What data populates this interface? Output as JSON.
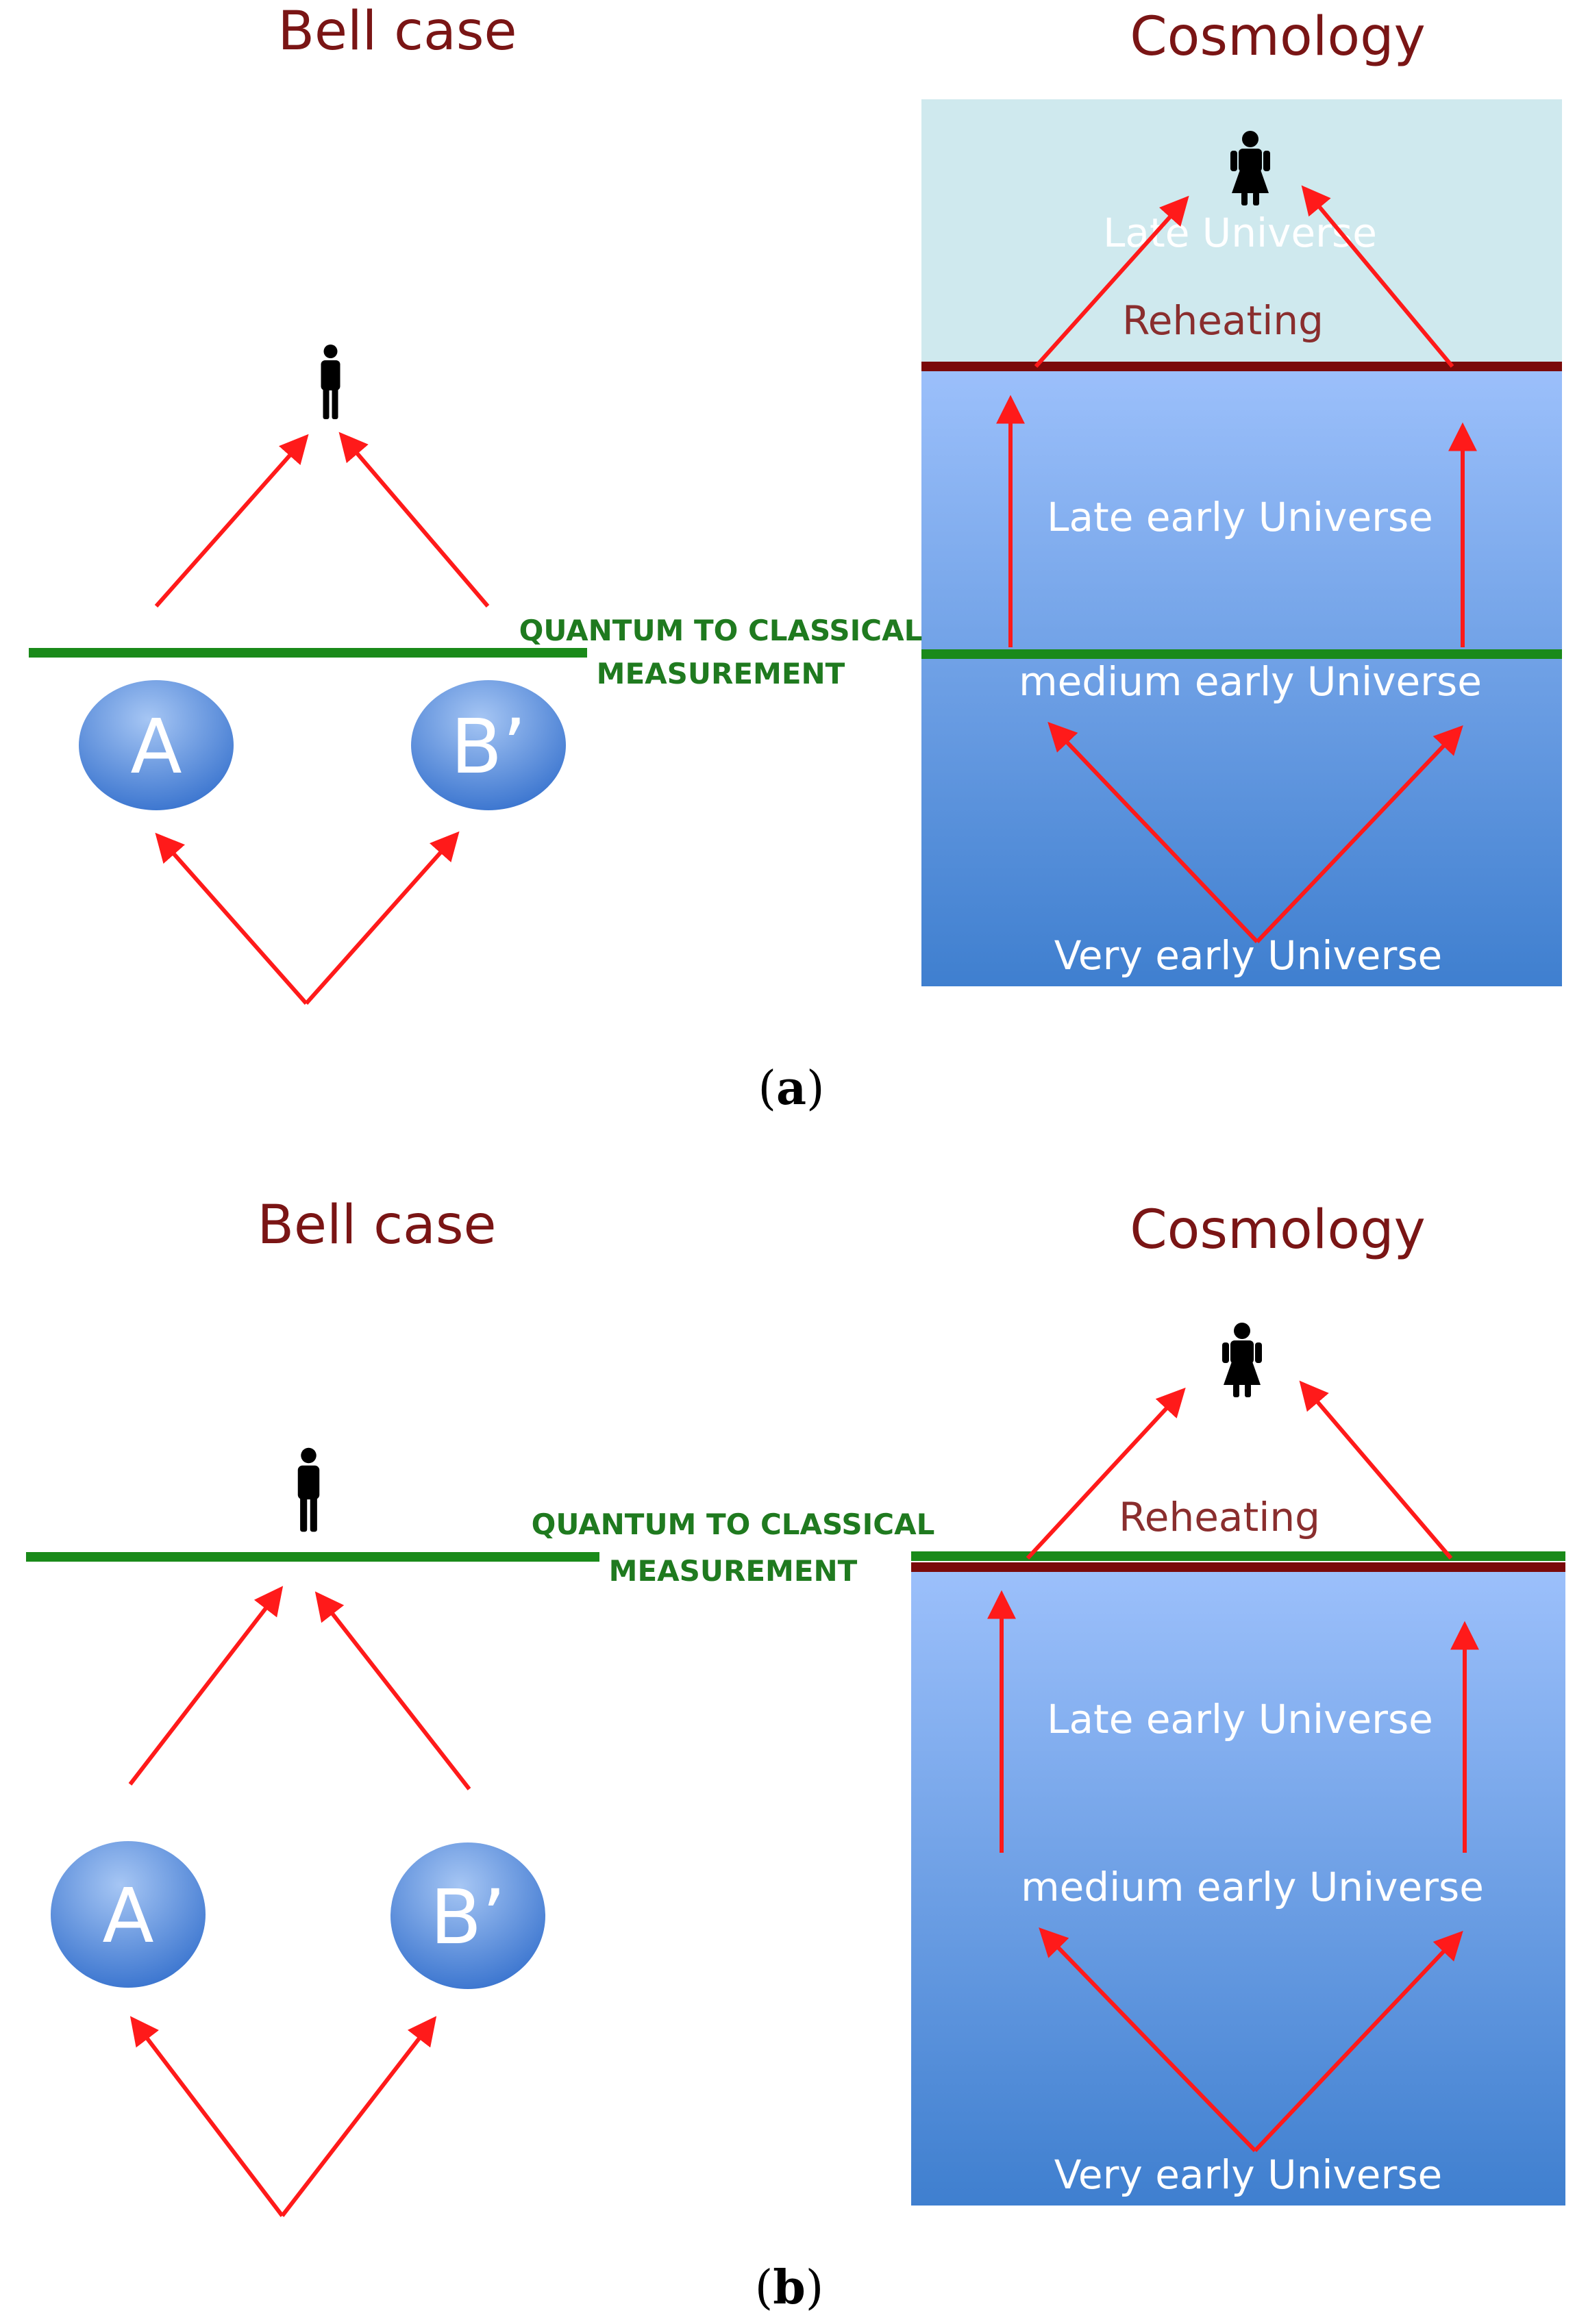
{
  "panel_a": {
    "bell_title": "Bell  case",
    "cosmo_title": "Cosmology",
    "qc_line1": "QUANTUM TO CLASSICAL",
    "qc_line2": "MEASUREMENT",
    "node_a": "A",
    "node_b": "B’",
    "late_universe": "Late Universe",
    "reheating": "Reheating",
    "late_early": "Late early Universe",
    "medium_early": "medium  early Universe",
    "very_early": "Very early Universe",
    "caption_open": "(",
    "caption_letter": "a",
    "caption_close": ")"
  },
  "panel_b": {
    "bell_title": "Bell  case",
    "cosmo_title": "Cosmology",
    "qc_line1": "QUANTUM TO CLASSICAL",
    "qc_line2": "MEASUREMENT",
    "node_a": "A",
    "node_b": "B’",
    "reheating": "Reheating",
    "late_early": "Late early Universe",
    "medium_early": "medium  early Universe",
    "very_early": "Very early Universe",
    "caption_open": "(",
    "caption_letter": "b",
    "caption_close": ")"
  },
  "colors": {
    "title": "#7a1515",
    "quantum_line": "#1a8a1a",
    "reheating_line": "#7a0a0a",
    "arrow": "#ff1a1a",
    "late_universe_bg": "#cfe9ee",
    "early_universe_top": "#9cc0fb",
    "early_universe_bottom": "#3f7fcf"
  }
}
